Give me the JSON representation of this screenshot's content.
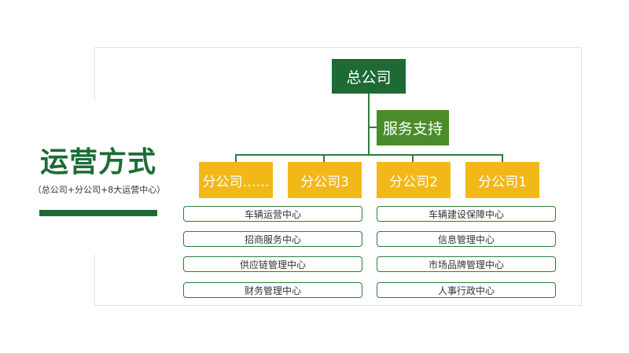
{
  "title": "运营方式",
  "subtitle": "（总公司+分公司+8大运营中心）",
  "chart": {
    "headquarters": "总公司",
    "service": "服务支持",
    "branches": [
      "分公司……",
      "分公司3",
      "分公司2",
      "分公司1"
    ],
    "centers_left": [
      "车辆运营中心",
      "招商服务中心",
      "供应链管理中心",
      "财务管理中心"
    ],
    "centers_right": [
      "车辆建设保障中心",
      "信息管理中心",
      "市场品牌管理中心",
      "人事行政中心"
    ]
  },
  "colors": {
    "dark_green": "#1d6a35",
    "medium_green": "#4a8c2a",
    "gold": "#f2b818",
    "connector": "#2e7d3a"
  }
}
